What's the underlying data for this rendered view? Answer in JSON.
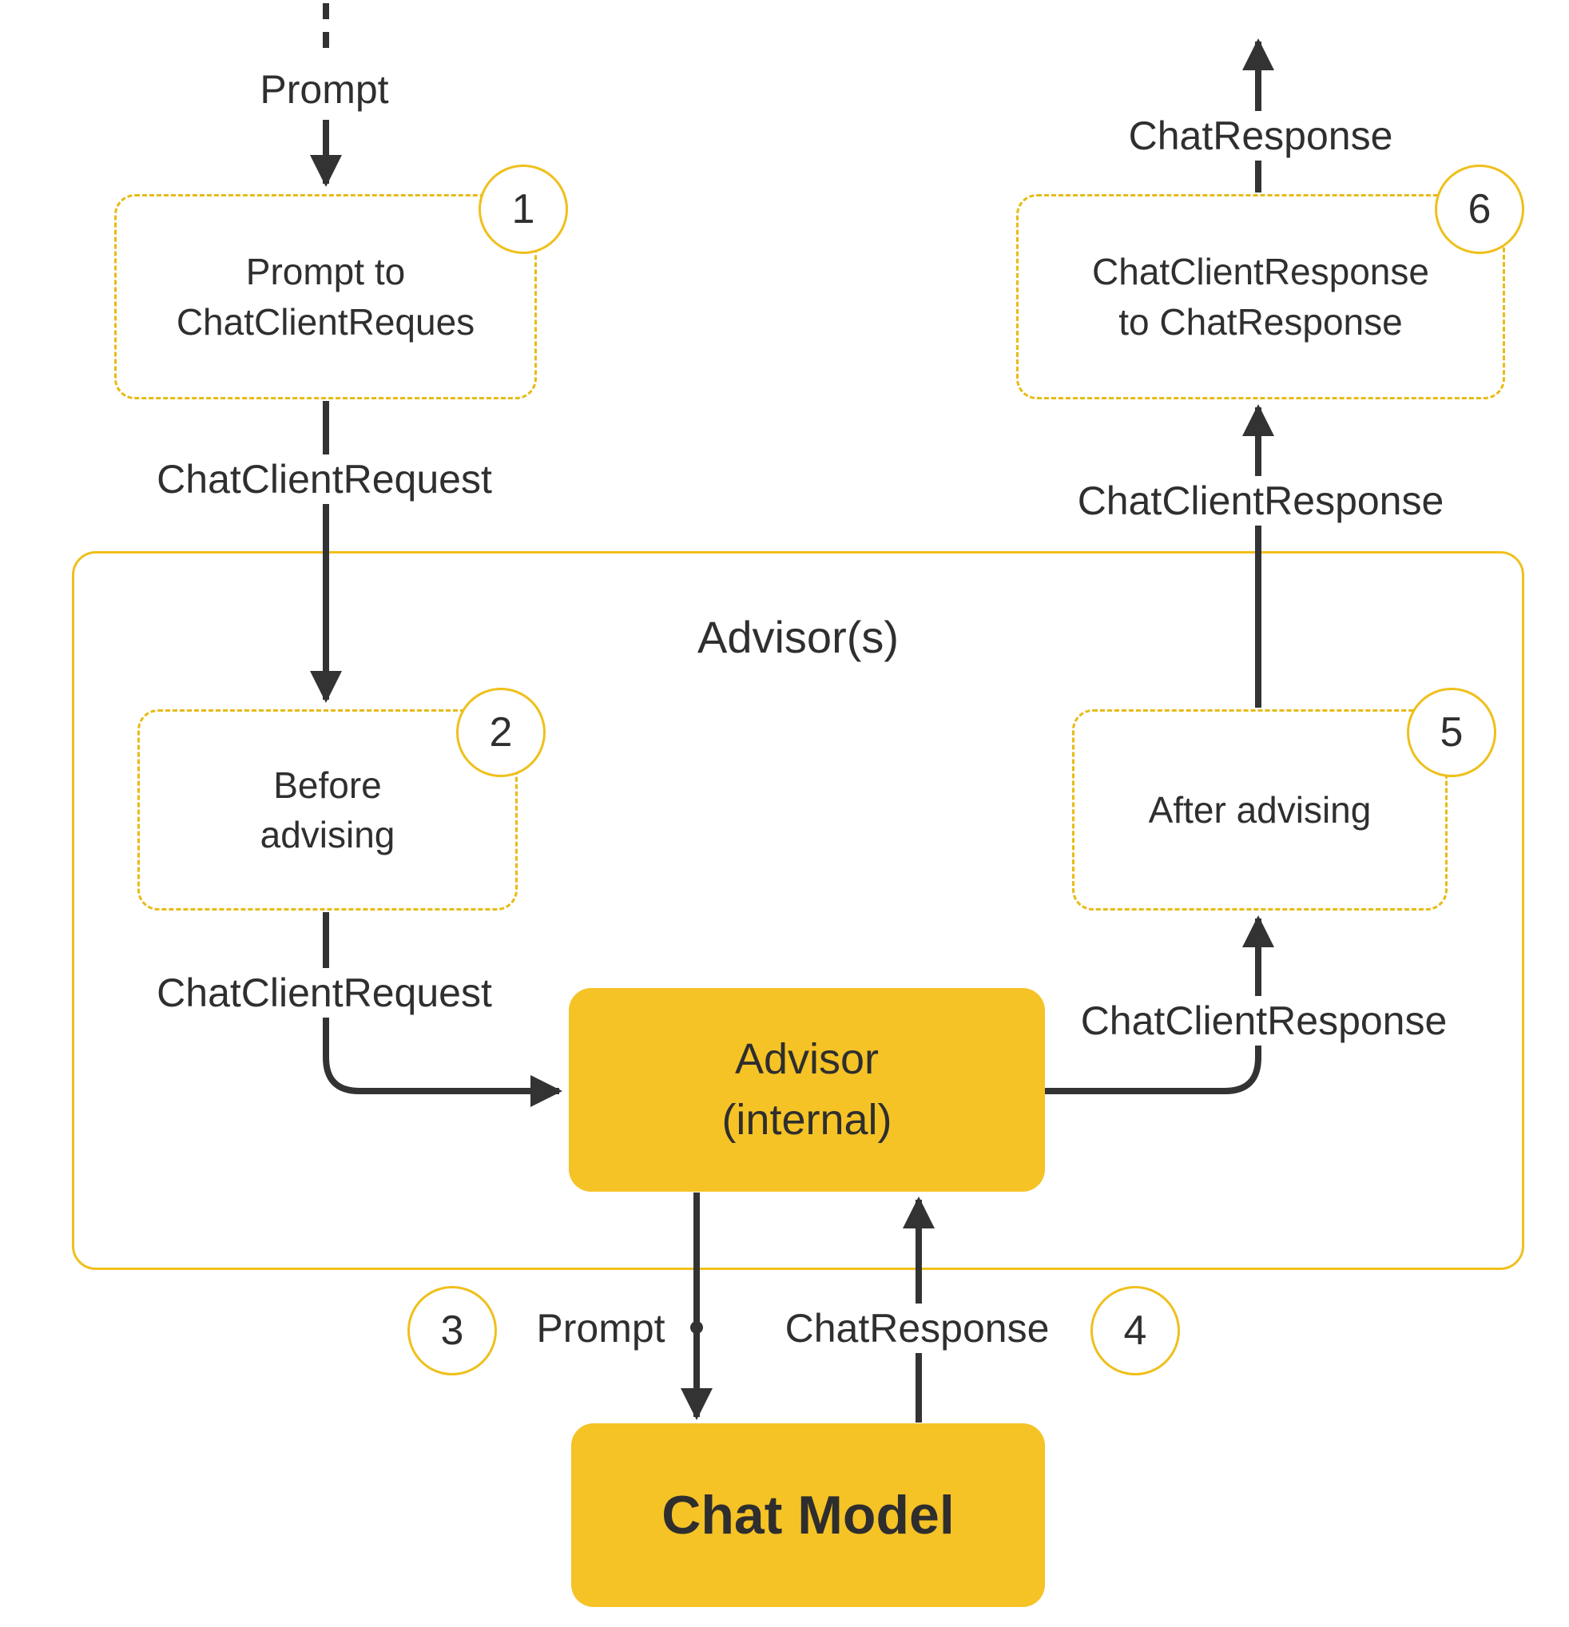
{
  "diagram": {
    "container_title": "Advisor(s)",
    "boxes": {
      "prompt_to_request": {
        "label": "Prompt to\nChatClientReques",
        "badge": "1"
      },
      "before_advising": {
        "label": "Before\nadvising",
        "badge": "2"
      },
      "after_advising": {
        "label": "After advising",
        "badge": "5"
      },
      "response_to_chatresponse": {
        "label": "ChatClientResponse\nto ChatResponse",
        "badge": "6"
      },
      "advisor_internal": {
        "label": "Advisor\n(internal)"
      },
      "chat_model": {
        "label": "Chat Model"
      }
    },
    "labels": {
      "prompt_in": "Prompt",
      "chat_client_request_top": "ChatClientRequest",
      "chat_client_request_inner": "ChatClientRequest",
      "chat_client_response_inner": "ChatClientResponse",
      "chat_client_response_top": "ChatClientResponse",
      "chat_response_out": "ChatResponse",
      "prompt_to_model": "Prompt",
      "chat_response_from_model": "ChatResponse"
    },
    "badges": {
      "step3": "3",
      "step4": "4"
    },
    "colors": {
      "accent_yellow": "#f5c326",
      "border_yellow": "#efc01c",
      "dark": "#333333"
    }
  }
}
